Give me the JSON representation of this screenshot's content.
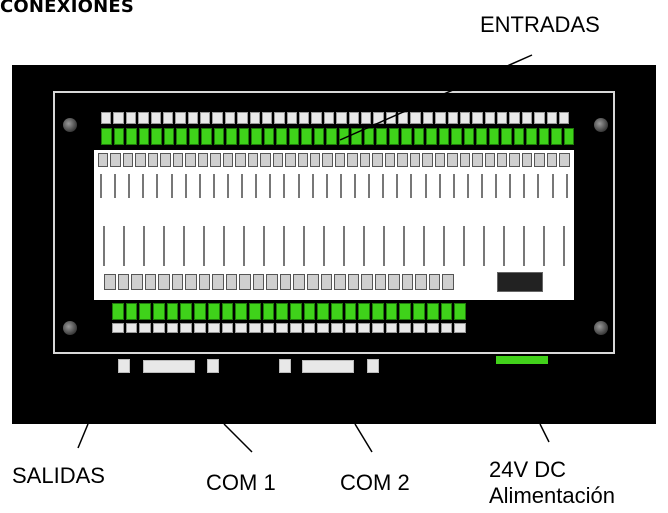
{
  "title": "CONEXIONES",
  "labels": {
    "entradas": "ENTRADAS",
    "salidas": "SALIDAS",
    "com1": "COM 1",
    "com2": "COM 2",
    "power_line1": "24V DC",
    "power_line2": "Alimentación"
  },
  "colors": {
    "board": "#000000",
    "terminal_green": "#3fd21a",
    "pcb": "#ffffff"
  }
}
